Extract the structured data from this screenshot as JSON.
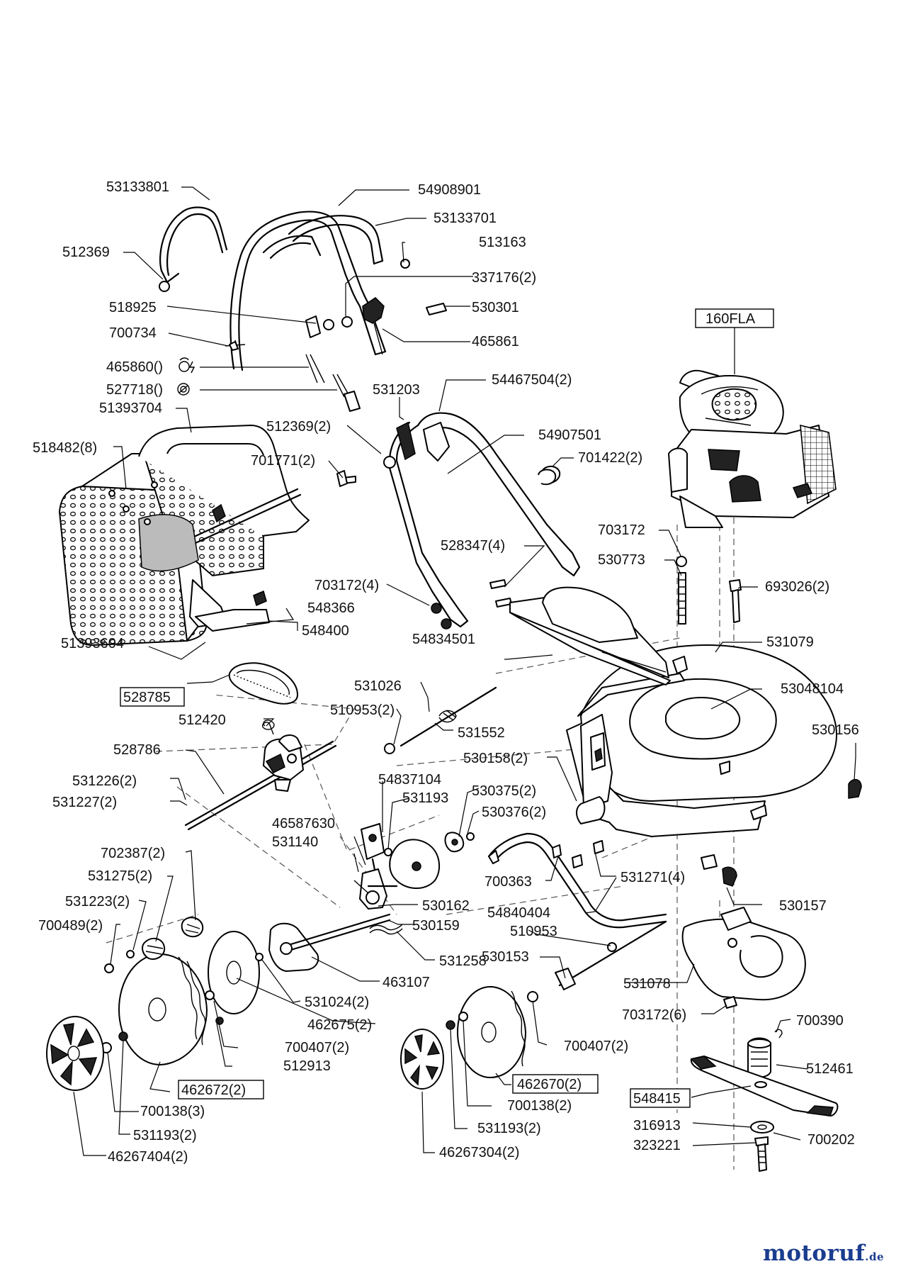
{
  "diagram": {
    "labels": {
      "l53133801": "53133801",
      "l54908901": "54908901",
      "l53133701": "53133701",
      "l512369": "512369",
      "l513163": "513163",
      "l337176": "337176(2)",
      "l518925": "518925",
      "l530301": "530301",
      "l700734": "700734",
      "l465861": "465861",
      "l465860": "465860()",
      "l527718": "527718()",
      "l531203": "531203",
      "l54467504": "54467504(2)",
      "l51393704": "51393704",
      "l512369b": "512369(2)",
      "l518482": "518482(8)",
      "l54907501": "54907501",
      "l701771": "701771(2)",
      "l701422": "701422(2)",
      "l160FLA": "160FLA",
      "l703172a": "703172",
      "l528347": "528347(4)",
      "l530773": "530773",
      "l703172b": "703172(4)",
      "l693026": "693026(2)",
      "l548366": "548366",
      "l548400": "548400",
      "l531079": "531079",
      "l51393604": "51393604",
      "l54834501": "54834501",
      "l53048104": "53048104",
      "l531026": "531026",
      "l528785": "528785",
      "l510953b": "510953(2)",
      "l512420": "512420",
      "l531552": "531552",
      "l530156": "530156",
      "l528786": "528786",
      "l530158": "530158(2)",
      "l54837104": "54837104",
      "l531226": "531226(2)",
      "l531193a": "531193",
      "l530375": "530375(2)",
      "l531227": "531227(2)",
      "l530376": "530376(2)",
      "l46587630": "46587630",
      "l531140": "531140",
      "l702387": "702387(2)",
      "l700363": "700363",
      "l531271": "531271(4)",
      "l531275": "531275(2)",
      "l530162": "530162",
      "l530157": "530157",
      "l531223": "531223(2)",
      "l54840404": "54840404",
      "l530159": "530159",
      "l700489": "700489(2)",
      "l510953": "510953",
      "l531258": "531258",
      "l530153": "530153",
      "l463107": "463107",
      "l531078": "531078",
      "l531024": "531024(2)",
      "l703172c": "703172(6)",
      "l700390": "700390",
      "l462675": "462675(2)",
      "l700407a": "700407(2)",
      "l700407b": "700407(2)",
      "l512913": "512913",
      "l512461": "512461",
      "l462672": "462672(2)",
      "l462670": "462670(2)",
      "l548415": "548415",
      "l700138a": "700138(3)",
      "l700138b": "700138(2)",
      "l316913": "316913",
      "l700202": "700202",
      "l531193b": "531193(2)",
      "l531193c": "531193(2)",
      "l323221": "323221",
      "l46267404": "46267404(2)",
      "l46267304": "46267304(2)"
    },
    "icons": {
      "cable_a": "throttle-flame-icon",
      "cable_b": "brake-stop-icon"
    }
  },
  "watermark": {
    "brand": "motoruf",
    "tld": ".de"
  }
}
